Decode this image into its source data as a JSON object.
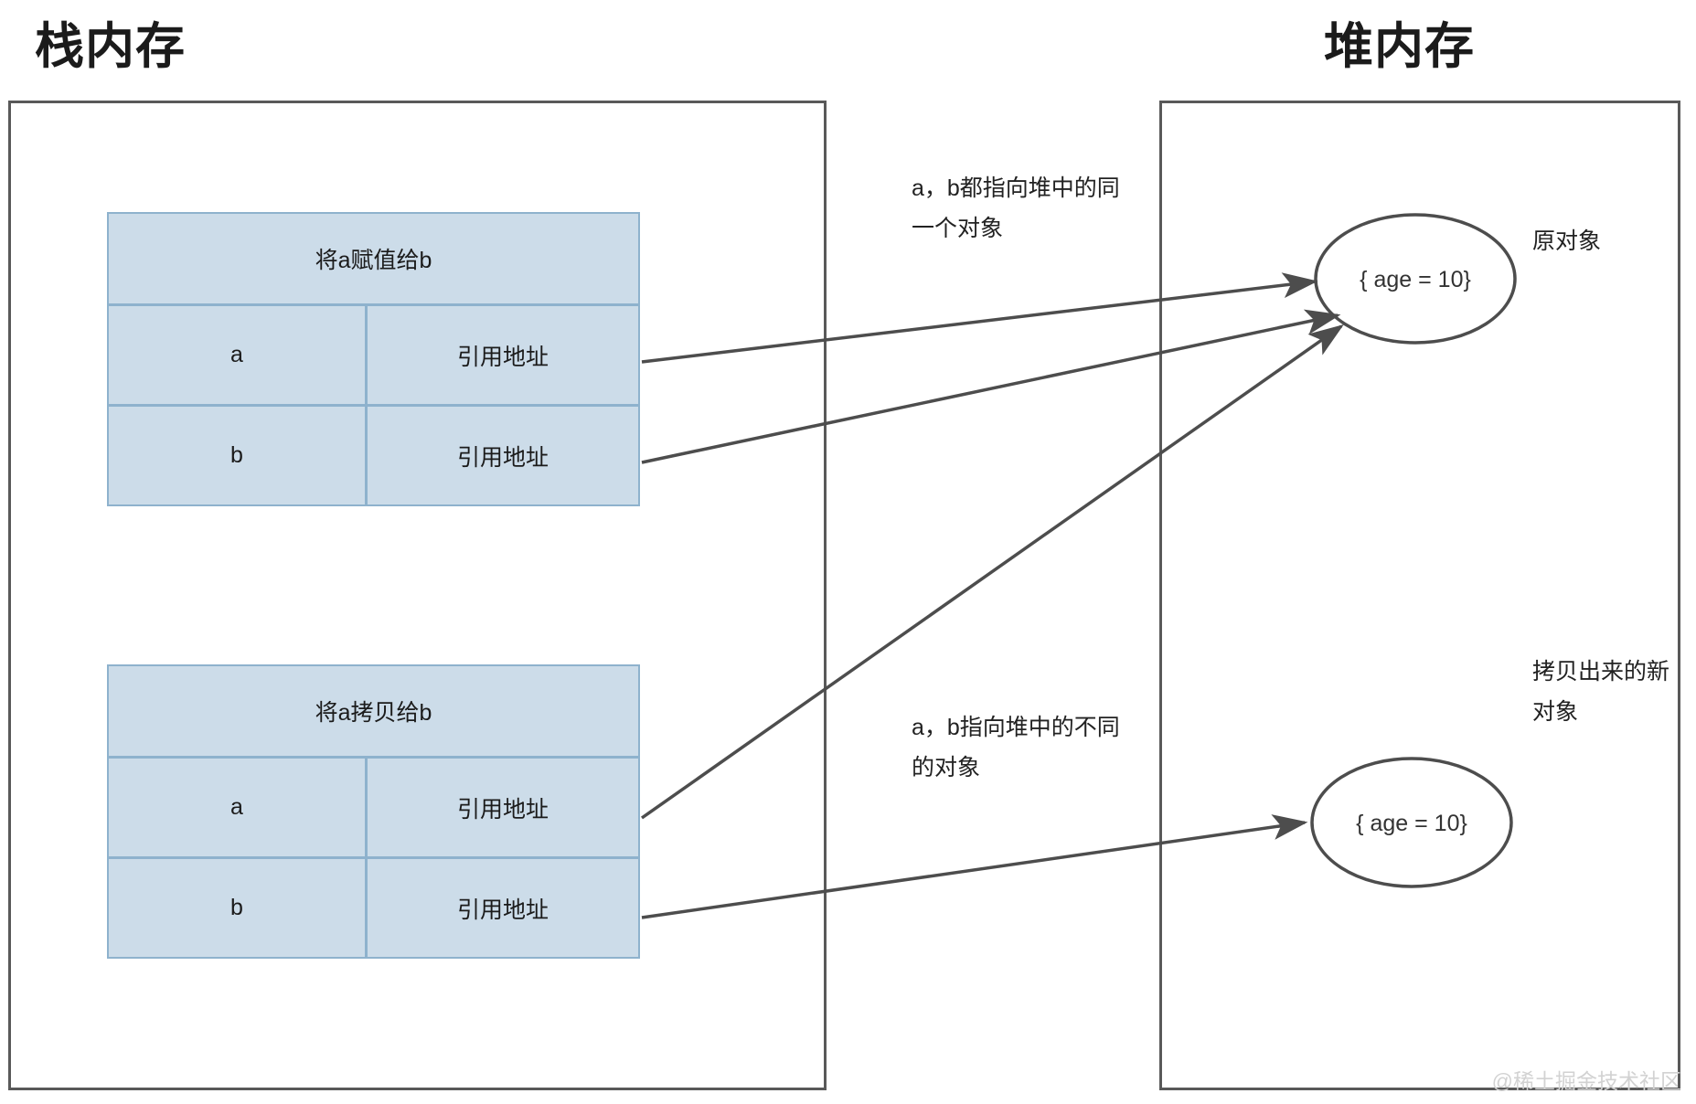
{
  "headings": {
    "stack": "栈内存",
    "heap": "堆内存"
  },
  "tables": [
    {
      "id": "assign",
      "header": "将a赋值给b",
      "rows": [
        {
          "name": "a",
          "value": "引用地址"
        },
        {
          "name": "b",
          "value": "引用地址"
        }
      ]
    },
    {
      "id": "copy",
      "header": "将a拷贝给b",
      "rows": [
        {
          "name": "a",
          "value": "引用地址"
        },
        {
          "name": "b",
          "value": "引用地址"
        }
      ]
    }
  ],
  "notes": {
    "shared": "a，b都指向堆中的同一个对象",
    "distinct": "a，b指向堆中的不同的对象"
  },
  "heap_objects": [
    {
      "id": "original",
      "text": "{ age = 10}",
      "label": "原对象"
    },
    {
      "id": "copy",
      "text": "{ age = 10}",
      "label": "拷贝出来的新对象"
    }
  ],
  "watermark": "@稀土掘金技术社区",
  "colors": {
    "box_border": "#595959",
    "table_fill": "#ccdce9",
    "table_border": "#8eb2cd",
    "arrow": "#4d4d4d",
    "text": "#1b1b1b",
    "watermark": "#d2d2d2"
  }
}
